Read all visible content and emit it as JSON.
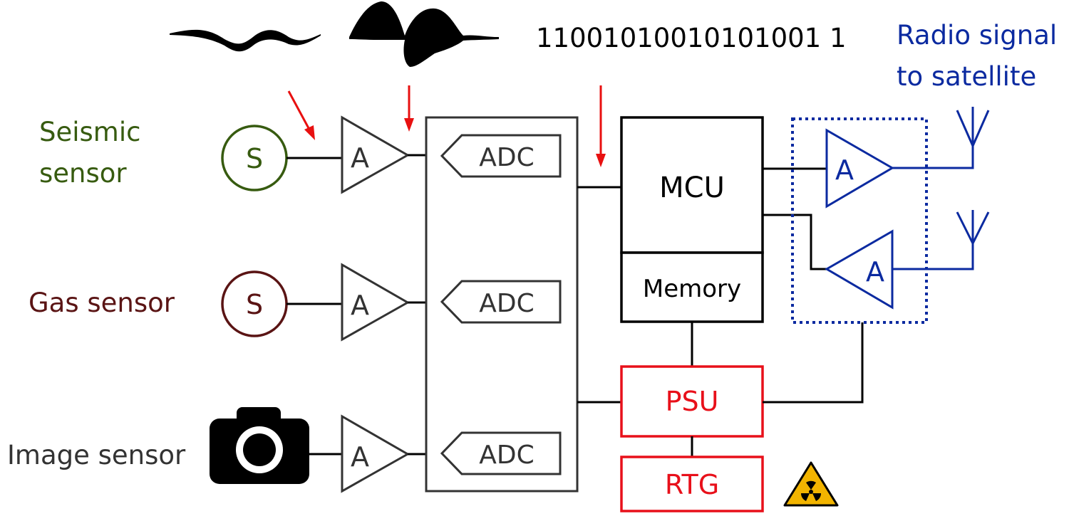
{
  "digital_signal": "11001010010101001 1",
  "radio": {
    "line1": "Radio signal",
    "line2": "to satellite"
  },
  "sensors": {
    "seismic": {
      "line1": "Seismic",
      "line2": "sensor",
      "symbol": "S"
    },
    "gas": {
      "label": "Gas sensor",
      "symbol": "S"
    },
    "image": {
      "label": "Image sensor",
      "icon": "camera-icon"
    }
  },
  "amplifier_symbol": "A",
  "adc_label": "ADC",
  "blocks": {
    "mcu": "MCU",
    "memory": "Memory",
    "psu": "PSU",
    "rtg": "RTG"
  },
  "icons": {
    "radiation": "radiation-warning-icon",
    "antenna": "antenna-icon",
    "arrow": "red-arrow-icon"
  },
  "colors": {
    "seismic": "#375b10",
    "gas": "#5a1414",
    "radio": "#0b2aa0",
    "power": "#e8101a",
    "arrow": "#e81010",
    "outline": "#333333",
    "radiation_bg": "#f2b400"
  }
}
